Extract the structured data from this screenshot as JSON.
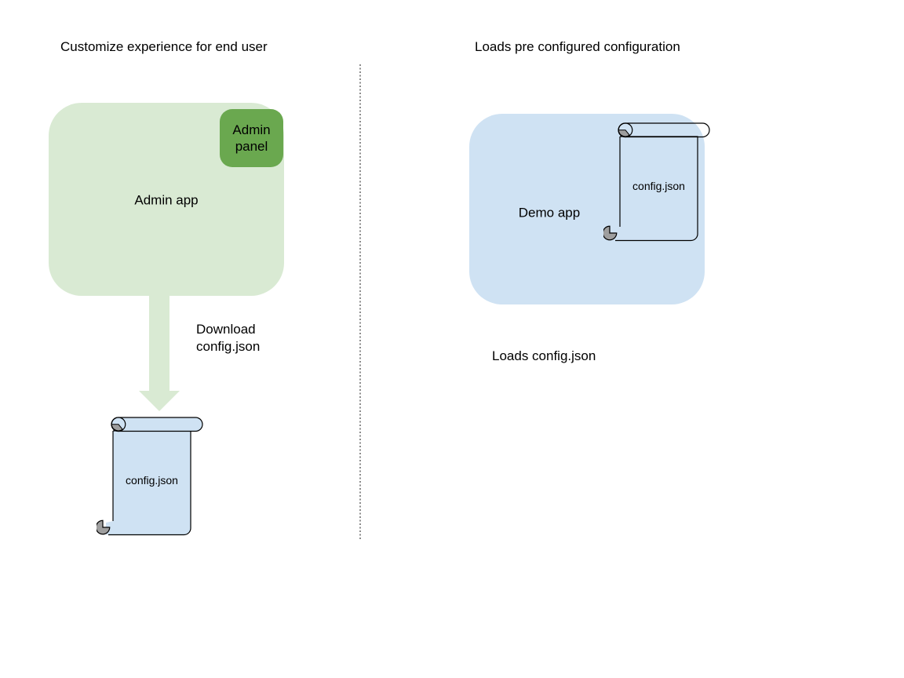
{
  "canvas": {
    "background": "#ffffff",
    "divider_color": "#8c8c8c"
  },
  "left": {
    "title": "Customize experience for end user",
    "admin_app": {
      "label": "Admin app",
      "fill": "#d9ead3"
    },
    "admin_panel": {
      "label": "Admin panel",
      "fill": "#6aa84f"
    },
    "arrow": {
      "label": "Download config.json",
      "fill": "#d9ead3",
      "icon": "down-arrow-icon"
    },
    "config_scroll": {
      "label": "config.json",
      "fill": "#cfe2f3",
      "stroke": "#000000",
      "curl_color": "#9e9e9e",
      "icon": "scroll-icon"
    }
  },
  "right": {
    "title": "Loads pre configured configuration",
    "demo_app": {
      "label": "Demo app",
      "fill": "#cfe2f3"
    },
    "config_scroll": {
      "label": "config.json",
      "fill": "transparent",
      "stroke": "#000000",
      "curl_color": "#9e9e9e",
      "icon": "scroll-icon"
    },
    "caption": "Loads config.json"
  }
}
